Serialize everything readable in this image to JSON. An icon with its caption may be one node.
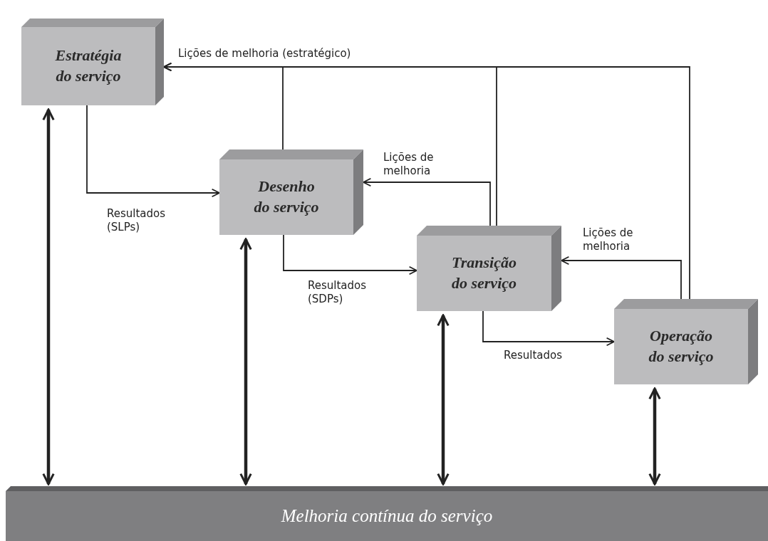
{
  "diagram": {
    "nodes": [
      {
        "text": [
          "Estratégia do serviço"
        ]
      },
      {
        "text": [
          "Desenho do serviço"
        ]
      },
      {
        "text": [
          "Transição do serviço"
        ]
      },
      {
        "text": [
          "Operação do serviço"
        ]
      },
      {
        "text": [
          "Melhoria contínua do serviço"
        ]
      }
    ],
    "edges": [
      {
        "from": 0,
        "to": 1,
        "arrow": "to",
        "label": "Resultados (SLPs)"
      },
      {
        "from": 1,
        "to": 2,
        "arrow": "to",
        "label": "Resultados (SDPs)"
      },
      {
        "from": 2,
        "to": 3,
        "arrow": "to",
        "label": "Resultados"
      },
      {
        "from": 2,
        "to": 1,
        "arrow": "to",
        "label": "Lições de melhoria"
      },
      {
        "from": 3,
        "to": 2,
        "arrow": "to",
        "label": "Lições de melhoria"
      },
      {
        "from": 1,
        "to": 0,
        "arrow": "to",
        "label": "Lições de melhoria (estratégico)"
      },
      {
        "from": 2,
        "to": 0,
        "arrow": "to"
      },
      {
        "from": 3,
        "to": 0,
        "arrow": "to"
      },
      {
        "from": 0,
        "to": 4,
        "arrow": "both",
        "style": "thick"
      },
      {
        "from": 1,
        "to": 4,
        "arrow": "both",
        "style": "thick"
      },
      {
        "from": 2,
        "to": 4,
        "arrow": "both",
        "style": "thick"
      },
      {
        "from": 3,
        "to": 4,
        "arrow": "both",
        "style": "thick"
      }
    ]
  }
}
